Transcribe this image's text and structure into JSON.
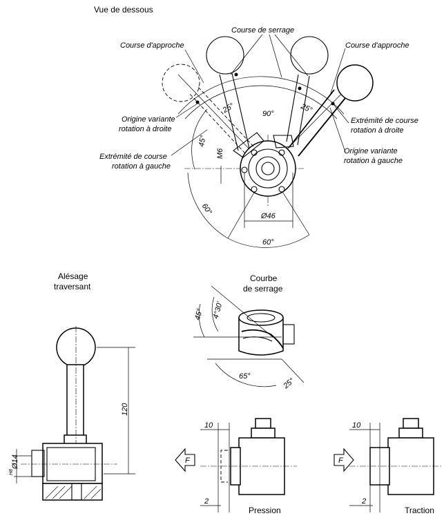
{
  "top_view": {
    "title": "Vue de dessous",
    "labels": {
      "course_serrage": "Course de serrage",
      "course_approche_left": "Course d'approche",
      "course_approche_right": "Course d'approche",
      "origine_droite_1": "Origine variante",
      "origine_droite_2": "rotation à droite",
      "extremite_gauche_1": "Extrémité de course",
      "extremite_gauche_2": "rotation à gauche",
      "extremite_droite_1": "Extrémité de course",
      "extremite_droite_2": "rotation à droite",
      "origine_gauche_1": "Origine variante",
      "origine_gauche_2": "rotation à gauche"
    },
    "dims": {
      "angle_25_left": "25°",
      "angle_25_right": "25°",
      "angle_90": "90°",
      "angle_45": "45°",
      "thread_m6": "M6",
      "angle_60_left": "60°",
      "angle_60_bottom": "60°",
      "diameter_46": "Ø46"
    }
  },
  "side_view": {
    "title_1": "Alésage",
    "title_2": "traversant",
    "dim_height": "120",
    "dim_bore": "Ø14",
    "dim_bore_tol": "H8"
  },
  "curve_view": {
    "title_1": "Courbe",
    "title_2": "de serrage",
    "angle_45": "45°",
    "angle_4_30": "4°30'",
    "angle_65": "65°",
    "angle_25": "25°"
  },
  "pression_view": {
    "label": "Pression",
    "force": "F",
    "dim_10": "10",
    "dim_2": "2"
  },
  "traction_view": {
    "label": "Traction",
    "force": "F",
    "dim_10": "10",
    "dim_2": "2"
  }
}
